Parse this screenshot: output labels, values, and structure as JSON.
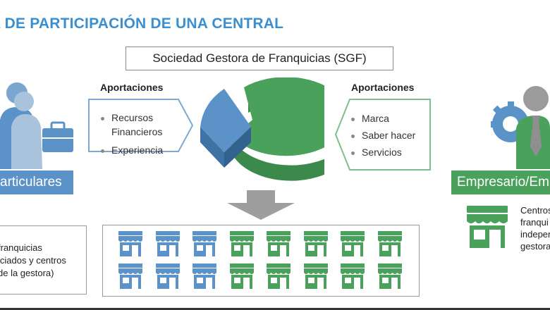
{
  "title": "A DE PARTICIPACIÓN DE UNA CENTRAL",
  "sgf": "Sociedad Gestora de Franquicias (SGF)",
  "left_contrib": {
    "heading": "Aportaciones",
    "items": [
      "Recursos",
      "Financieros",
      "Experiencia"
    ]
  },
  "right_contrib": {
    "heading": "Aportaciones",
    "items": [
      "Marca",
      "Saber hacer",
      "Servicios"
    ]
  },
  "left_group": "articulares",
  "right_group": "Empresario/Em",
  "left_note": [
    "franquicias",
    "iciados y centros",
    "de la gestora)"
  ],
  "right_note": [
    "Centros",
    "franqui",
    "indeper",
    "gestora"
  ],
  "colors": {
    "blue": "#5b93c9",
    "green": "#4aa15b",
    "title": "#3a8fd0"
  },
  "shops": {
    "per_row_blue": 3,
    "per_row_green": 5,
    "rows": 2
  }
}
